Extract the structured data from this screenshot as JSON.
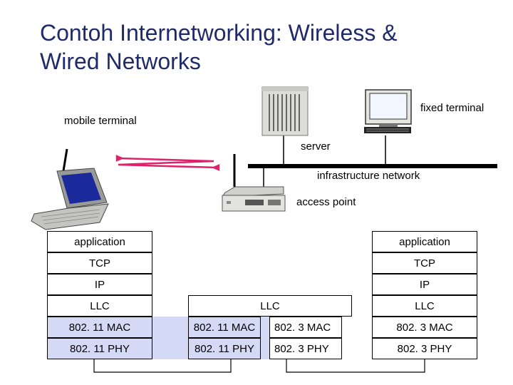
{
  "title_line1": "Contoh Internetworking: Wireless &",
  "title_line2": "Wired Networks",
  "labels": {
    "fixed_terminal": "fixed terminal",
    "mobile_terminal": "mobile terminal",
    "server": "server",
    "infrastructure_network": "infrastructure network",
    "access_point": "access point"
  },
  "stack_left": [
    "application",
    "TCP",
    "IP",
    "LLC",
    "802. 11 MAC",
    "802. 11 PHY"
  ],
  "stack_right": [
    "application",
    "TCP",
    "IP",
    "LLC",
    "802. 3 MAC",
    "802. 3 PHY"
  ],
  "bridge": {
    "llc": "LLC",
    "wireless_mac": "802. 11 MAC",
    "wireless_phy": "802. 11 PHY",
    "wired_mac": "802. 3 MAC",
    "wired_phy": "802. 3 PHY"
  },
  "colors": {
    "title": "#1f2a6b",
    "highlight": "#d4d9f5",
    "wireless_link": "#e0206a"
  },
  "icons": [
    "laptop-icon",
    "server-rack-icon",
    "desktop-computer-icon",
    "access-point-icon",
    "radio-waves-icon"
  ]
}
